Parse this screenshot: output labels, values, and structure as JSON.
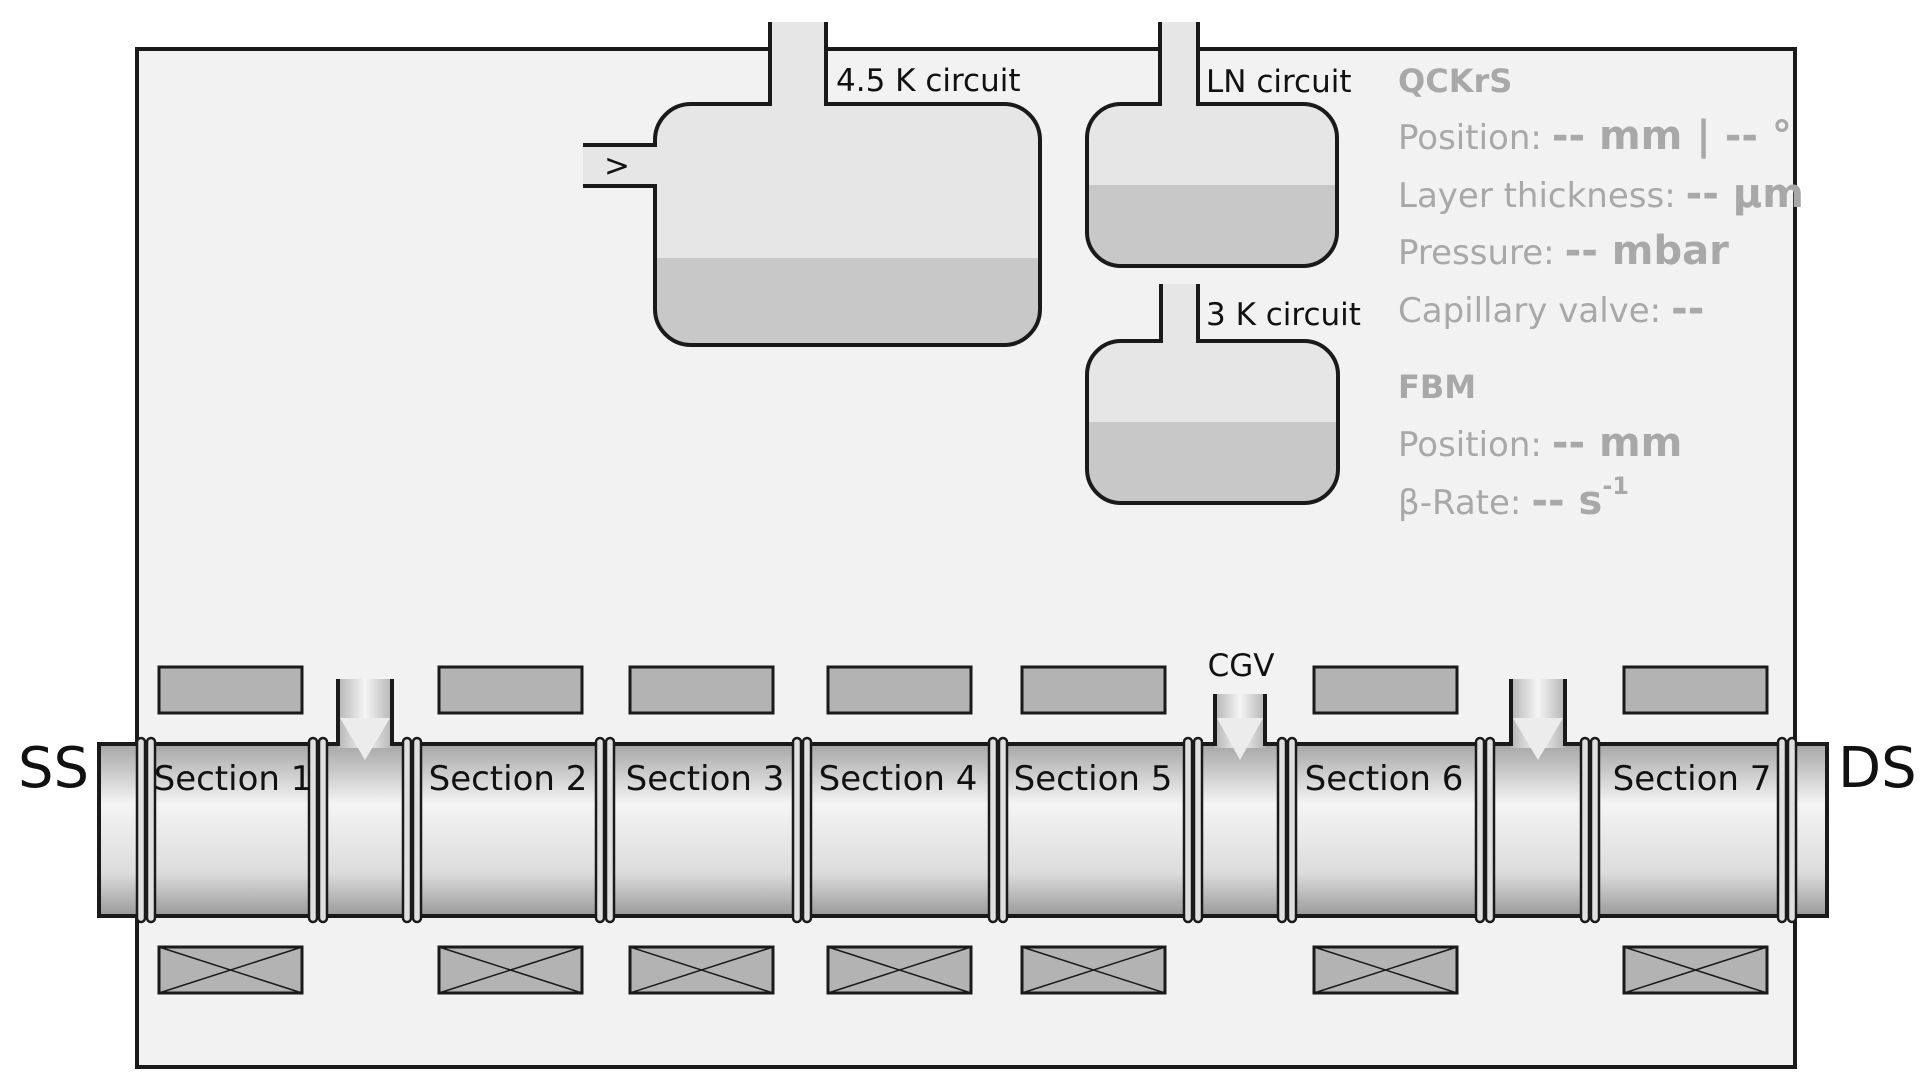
{
  "diagram": {
    "circuits": {
      "k45": "4.5 K circuit",
      "ln": "LN circuit",
      "k3": "3 K circuit"
    },
    "valve_symbol": ">",
    "cgv_label": "CGV",
    "ends": {
      "left": "SS",
      "right": "DS"
    },
    "sections": [
      "Section 1",
      "Section 2",
      "Section 3",
      "Section 4",
      "Section 5",
      "Section 6",
      "Section 7"
    ]
  },
  "qckrs": {
    "title": "QCKrS",
    "position_label": "Position:",
    "position_value": "-- mm | -- °",
    "layer_label": "Layer thickness:",
    "layer_value": "-- µm",
    "pressure_label": "Pressure:",
    "pressure_value": "-- mbar",
    "capillary_label": "Capillary valve:",
    "capillary_value": "--"
  },
  "fbm": {
    "title": "FBM",
    "position_label": "Position:",
    "position_value": "-- mm",
    "rate_label": "β-Rate:",
    "rate_value": "-- s",
    "rate_unit_exp": "-1"
  },
  "colors": {
    "panel": "#f2f2f2",
    "stroke": "#1a1a1a",
    "vessel_top": "#e6e6e6",
    "vessel_liquid": "#c8c8c8",
    "block": "#b3b3b3",
    "info_text": "#a8a8a8"
  }
}
